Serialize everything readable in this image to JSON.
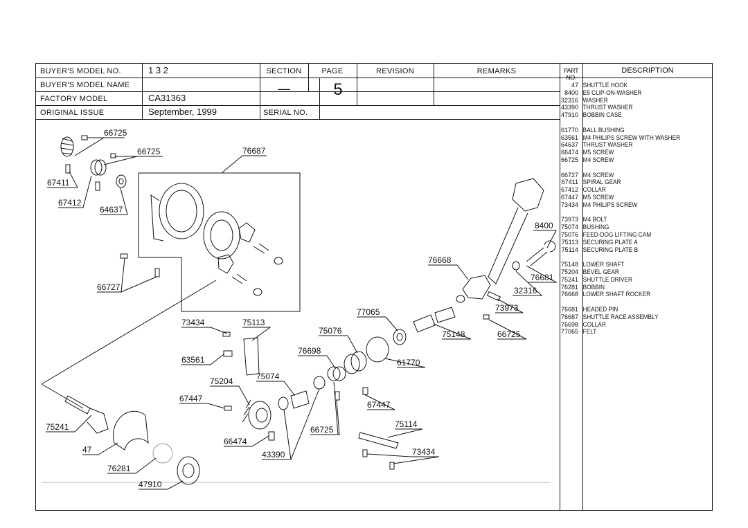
{
  "header": {
    "buyers_model_no_label": "BUYER'S  MODEL  NO.",
    "buyers_model_no_value": "1 3 2",
    "buyers_model_name_label": "BUYER'S  MODEL  NAME",
    "factory_model_label": "FACTORY  MODEL",
    "factory_model_value": "CA31363",
    "original_issue_label": "ORIGINAL  ISSUE",
    "original_issue_value": "September,  1999",
    "section_label": "SECTION",
    "section_value": "—",
    "page_label": "PAGE",
    "page_value": "5",
    "revision_label": "REVISION",
    "remarks_label": "REMARKS",
    "serial_no_label": "SERIAL NO."
  },
  "parts_table": {
    "part_no_label": "PART NO.",
    "description_label": "DESCRIPTION",
    "groups": [
      [
        {
          "no": "47",
          "desc": "SHUTTLE HOOK"
        },
        {
          "no": "8400",
          "desc": "E5 CLIP-ON-WASHER"
        },
        {
          "no": "32316",
          "desc": "WASHER"
        },
        {
          "no": "43390",
          "desc": "THRUST WASHER"
        },
        {
          "no": "47910",
          "desc": "BOBBIN CASE"
        }
      ],
      [
        {
          "no": "61770",
          "desc": "BALL BUSHING"
        },
        {
          "no": "63561",
          "desc": "M4 PHILIPS SCREW WITH WASHER"
        },
        {
          "no": "64637",
          "desc": "THRUST WASHER"
        },
        {
          "no": "66474",
          "desc": "M5 SCREW"
        },
        {
          "no": "66725",
          "desc": "M4 SCREW"
        }
      ],
      [
        {
          "no": "66727",
          "desc": "M4 SCREW"
        },
        {
          "no": "67411",
          "desc": "SPIRAL GEAR"
        },
        {
          "no": "67412",
          "desc": "COLLAR"
        },
        {
          "no": "67447",
          "desc": "M5 SCREW"
        },
        {
          "no": "73434",
          "desc": "M4 PHILIPS SCREW"
        }
      ],
      [
        {
          "no": "73973",
          "desc": "M4 BOLT"
        },
        {
          "no": "75074",
          "desc": "BUSHING"
        },
        {
          "no": "75076",
          "desc": "FEED-DOG LIFTING CAM"
        },
        {
          "no": "75113",
          "desc": "SECURING PLATE A"
        },
        {
          "no": "75114",
          "desc": "SECURING PLATE B"
        }
      ],
      [
        {
          "no": "75148",
          "desc": "LOWER SHAFT"
        },
        {
          "no": "75204",
          "desc": "BEVEL GEAR"
        },
        {
          "no": "75241",
          "desc": "SHUTTLE DRIVER"
        },
        {
          "no": "76281",
          "desc": "BOBBIN"
        },
        {
          "no": "76668",
          "desc": "LOWER SHAFT ROCKER"
        }
      ],
      [
        {
          "no": "76681",
          "desc": "HEADED PIN"
        },
        {
          "no": "76687",
          "desc": "SHUTTLE RACE ASSEMBLY"
        },
        {
          "no": "76698",
          "desc": "COLLAR"
        },
        {
          "no": "77065",
          "desc": "FELT"
        }
      ]
    ]
  },
  "callouts": {
    "c66725a": "66725",
    "c66725b": "66725",
    "c67411": "67411",
    "c67412": "67412",
    "c64637": "64637",
    "c76687": "76687",
    "c66727": "66727",
    "c73434a": "73434",
    "c75113": "75113",
    "c63561": "63561",
    "c75204": "75204",
    "c75074": "75074",
    "c67447a": "67447",
    "c75241": "75241",
    "c47": "47",
    "c66474": "66474",
    "c76281": "76281",
    "c47910": "47910",
    "c43390": "43390",
    "c66725c": "66725",
    "c67447b": "67447",
    "c76698": "76698",
    "c75076": "75076",
    "c61770": "61770",
    "c77065": "77065",
    "c75148": "75148",
    "c66725d": "66725",
    "c76668": "76668",
    "c73973": "73973",
    "c32316": "32316",
    "c76681": "76681",
    "c8400": "8400",
    "c75114": "75114",
    "c73434b": "73434"
  }
}
